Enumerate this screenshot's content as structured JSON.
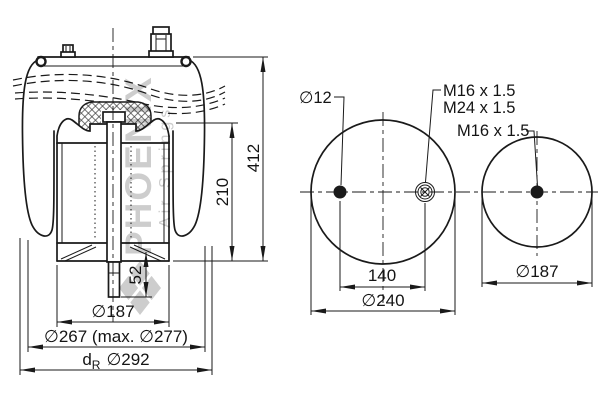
{
  "colors": {
    "line": "#1a1a1a",
    "text": "#141414",
    "watermark": "#c4c4c4",
    "background": "#ffffff"
  },
  "watermark": {
    "brand": "PHOENIX",
    "tagline": "Air Springs"
  },
  "side_view": {
    "height_total": "412",
    "height_piston": "210",
    "rod_protrusion": "52",
    "piston_diameter": "∅187",
    "rolling_diameter": "∅267 (max. ∅277)",
    "rim_prefix": "d",
    "rim_sub": "R",
    "rim_value": "∅292"
  },
  "top_view_plate": {
    "hole_label": "∅12",
    "fitting_label_line1": "M16 x 1.5",
    "fitting_label_line2": "M24 x 1.5",
    "hole_spacing": "140",
    "diameter": "∅240"
  },
  "top_view_piston": {
    "stud_label": "M16 x 1.5",
    "diameter": "∅187"
  }
}
